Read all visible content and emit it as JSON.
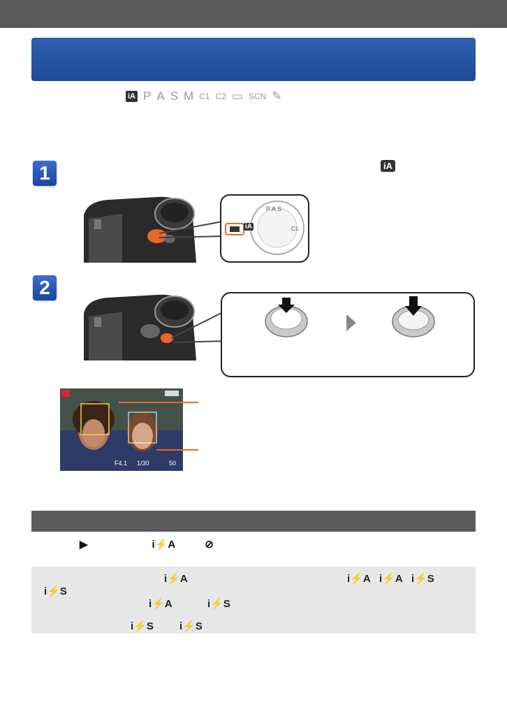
{
  "modes": {
    "ia": "iA",
    "letters": [
      "P",
      "A",
      "S",
      "M",
      "C1",
      "C2"
    ],
    "panorama": "▭",
    "scn": "SCN",
    "creative": "✎"
  },
  "steps": [
    "1",
    "2"
  ],
  "step1_icon": "iA",
  "dial_icon": "iA",
  "arrow_icon": "right-arrow-icon",
  "colors": {
    "banner": "#2a58aa",
    "accent": "#e8682a",
    "step": "#2d5cc0",
    "bar": "#5b5b5b"
  },
  "photo": {
    "aperture": "F4.1",
    "shutter": "1/30",
    "shots": "50"
  },
  "note": {
    "play": "▶",
    "flash_auto": "i⚡A",
    "flash_off": "⊘"
  },
  "flash_modes": {
    "row1": [
      "i⚡A",
      "i⚡A",
      "i⚡A",
      "i⚡S"
    ],
    "row2": [
      "i⚡S"
    ],
    "row3": [
      "i⚡A",
      "i⚡S"
    ],
    "row4": [
      "i⚡S",
      "i⚡S"
    ]
  }
}
